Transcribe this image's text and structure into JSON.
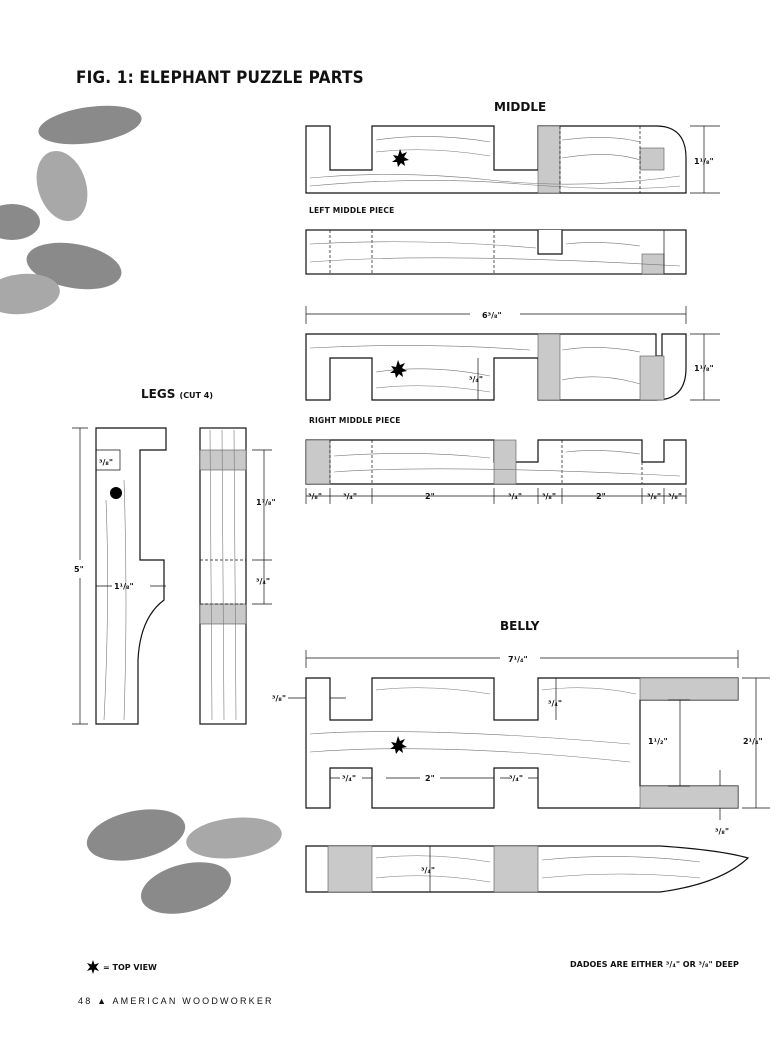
{
  "figure": {
    "title": "FIG. 1: ELEPHANT PUZZLE PARTS",
    "sections": {
      "middle": "MIDDLE",
      "legs": "LEGS",
      "legs_note": "(CUT 4)",
      "belly": "BELLY"
    },
    "pieces": {
      "left_middle": "LEFT MIDDLE PIECE",
      "right_middle": "RIGHT MIDDLE PIECE"
    },
    "dims": {
      "middle_h1": "1¹/₈\"",
      "middle_w": "6³/₈\"",
      "middle_h2": "1¹/₈\"",
      "middle_slot": "³/₄\"",
      "rm_a": "³/₈\"",
      "rm_b": "³/₄\"",
      "rm_c": "2\"",
      "rm_d": "³/₄\"",
      "rm_e": "³/₈\"",
      "rm_f": "2\"",
      "rm_g": "³/₈\"",
      "rm_h": "³/₈\"",
      "legs_top": "³/₈\"",
      "legs_len": "5\"",
      "legs_w": "1¹/₈\"",
      "legs_a": "1⁷/₈\"",
      "legs_b": "³/₄\"",
      "belly_w": "7¹/₄\"",
      "belly_left": "³/₈\"",
      "belly_slot_d": "³/₄\"",
      "belly_inner_h": "1¹/₂\"",
      "belly_h": "2¹/₄\"",
      "belly_a": "³/₄\"",
      "belly_b": "2\"",
      "belly_c": "³/₄\"",
      "belly_bottom": "³/₈\"",
      "belly_side": "³/₄\""
    },
    "legend": "= TOP VIEW",
    "note": "DADOES ARE EITHER ³/₄\" OR ³/₈\" DEEP"
  },
  "footer": {
    "page": "48",
    "separator": "▲",
    "magazine": "AMERICAN WOODWORKER"
  },
  "colors": {
    "ink": "#111111",
    "grain": "#777777",
    "shade": "#c9c9c9"
  }
}
